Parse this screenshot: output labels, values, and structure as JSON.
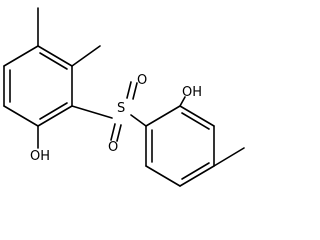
{
  "molecule": {
    "labels": {
      "hydroxyl_top": "OH",
      "hydroxyl_left": "OH",
      "sulfonyl_s": "S",
      "sulfonyl_o1": "O",
      "sulfonyl_o2": "O"
    },
    "color": "#000000"
  }
}
